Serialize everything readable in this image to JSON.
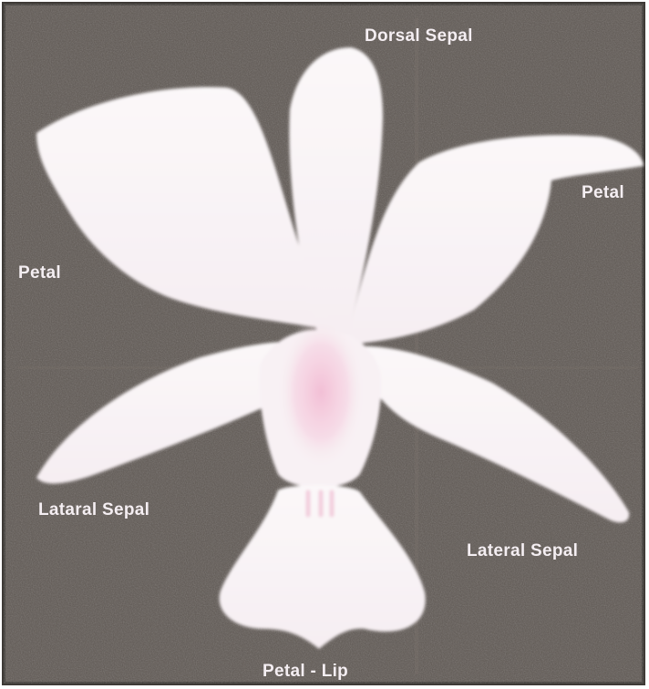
{
  "colors": {
    "background": "#5e5752",
    "border": "#3e3a36",
    "petal_fill": "#f8f3f5",
    "center_pink": "#f2bcd4",
    "label_text": "#f4eef2"
  },
  "labels": {
    "dorsal_sepal": "Dorsal Sepal",
    "petal_right": "Petal",
    "petal_left": "Petal",
    "lateral_sepal_left": "Lataral Sepal",
    "lateral_sepal_right": "Lateral Sepal",
    "petal_lip": "Petal - Lip"
  }
}
